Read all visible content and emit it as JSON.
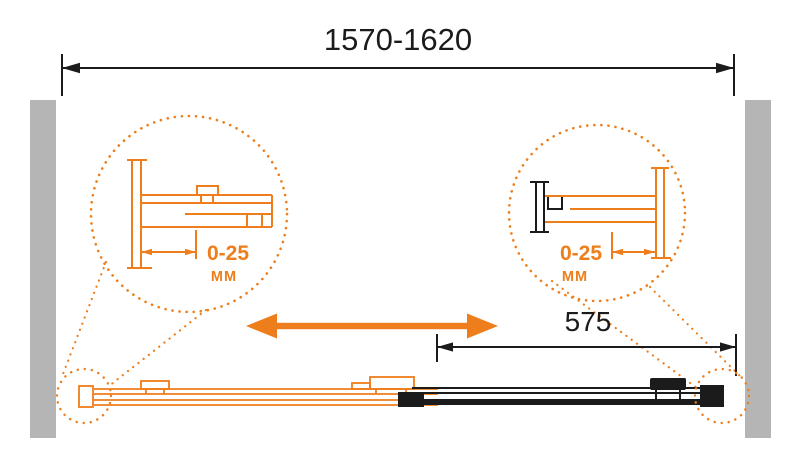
{
  "diagram": {
    "overall_width": "1570-1620",
    "door_width": "575",
    "left_detail": {
      "range": "0-25",
      "unit": "MM"
    },
    "right_detail": {
      "range": "0-25",
      "unit": "MM"
    }
  },
  "colors": {
    "accent_orange": "#ee7d1b",
    "line_black": "#1b1b1b",
    "wall_gray": "#b5b5b5"
  }
}
